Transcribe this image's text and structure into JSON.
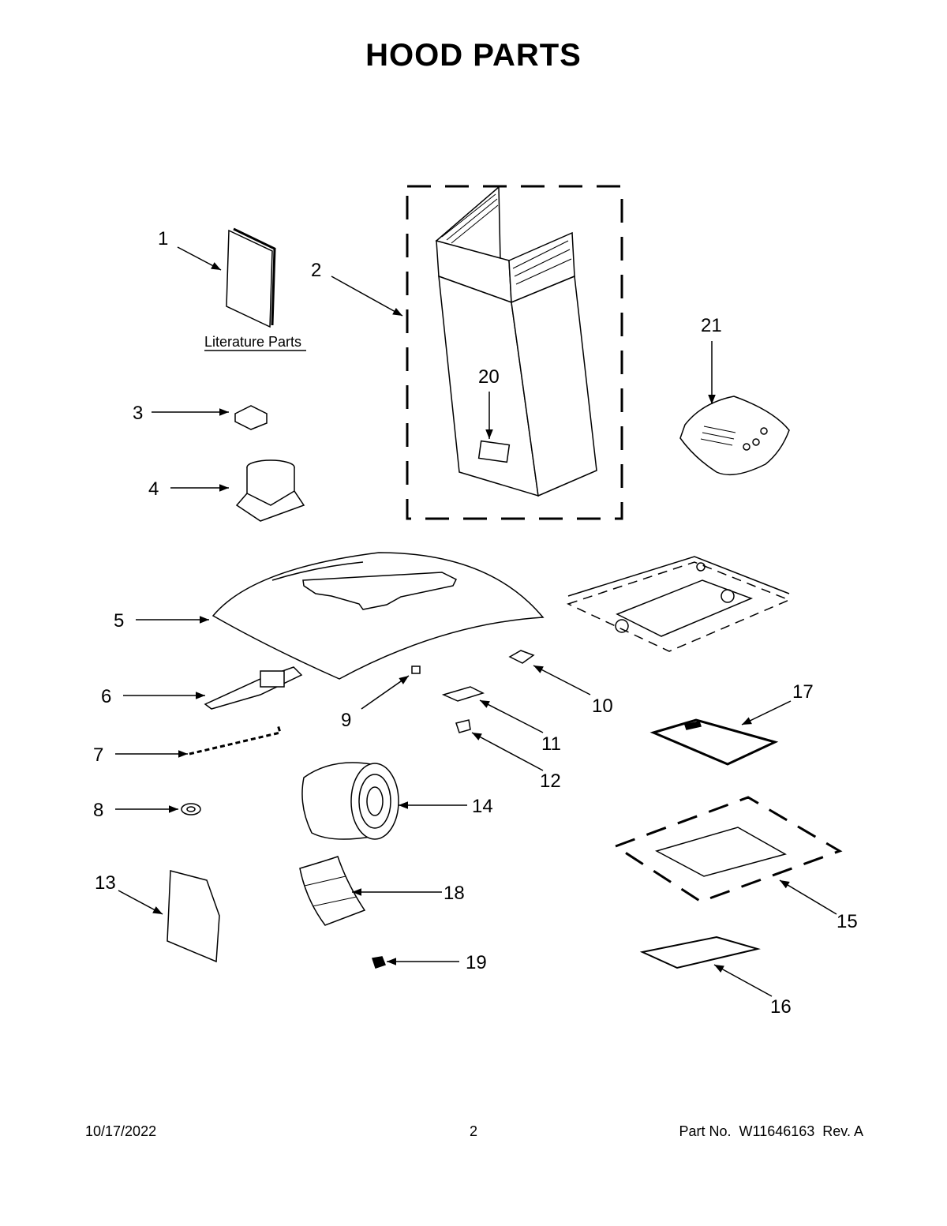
{
  "title": "HOOD PARTS",
  "literature_label": "Literature Parts",
  "callouts": {
    "c1": "1",
    "c2": "2",
    "c3": "3",
    "c4": "4",
    "c5": "5",
    "c6": "6",
    "c7": "7",
    "c8": "8",
    "c9": "9",
    "c10": "10",
    "c11": "11",
    "c12": "12",
    "c13": "13",
    "c14": "14",
    "c15": "15",
    "c16": "16",
    "c17": "17",
    "c18": "18",
    "c19": "19",
    "c20": "20",
    "c21": "21"
  },
  "footer": {
    "date": "10/17/2022",
    "page": "2",
    "part_label": "Part No.",
    "part_number": "W11646163",
    "rev": "Rev. A"
  }
}
